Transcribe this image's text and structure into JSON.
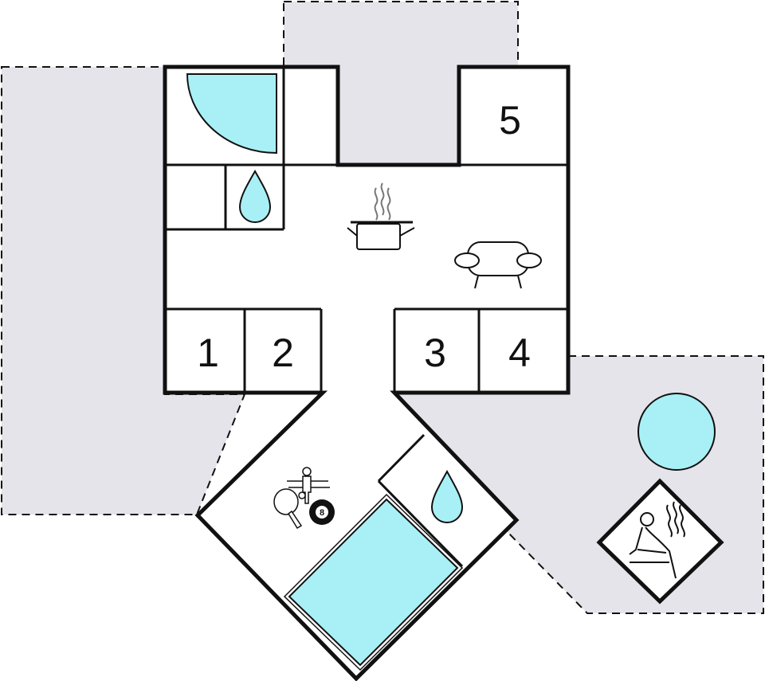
{
  "colors": {
    "wall": "#111111",
    "outdoor": "#e4e4ea",
    "water": "#a8f0f6",
    "floor": "#ffffff"
  },
  "rooms": {
    "bedroom_1": "1",
    "bedroom_2": "2",
    "bedroom_3": "3",
    "bedroom_4": "4",
    "bedroom_5": "5"
  },
  "icons": {
    "shower": "shower-icon",
    "kitchen": "cooking-pot-icon",
    "living": "sofa-icon",
    "hall_water": "water-drop-icon",
    "games": [
      "foosball-icon",
      "table-tennis-icon",
      "billiard-ball-icon"
    ],
    "billiard_ball_number": "8",
    "pool": "swimming-pool-icon",
    "outdoor_pool": "outdoor-pool-icon",
    "sauna": "sauna-icon"
  }
}
